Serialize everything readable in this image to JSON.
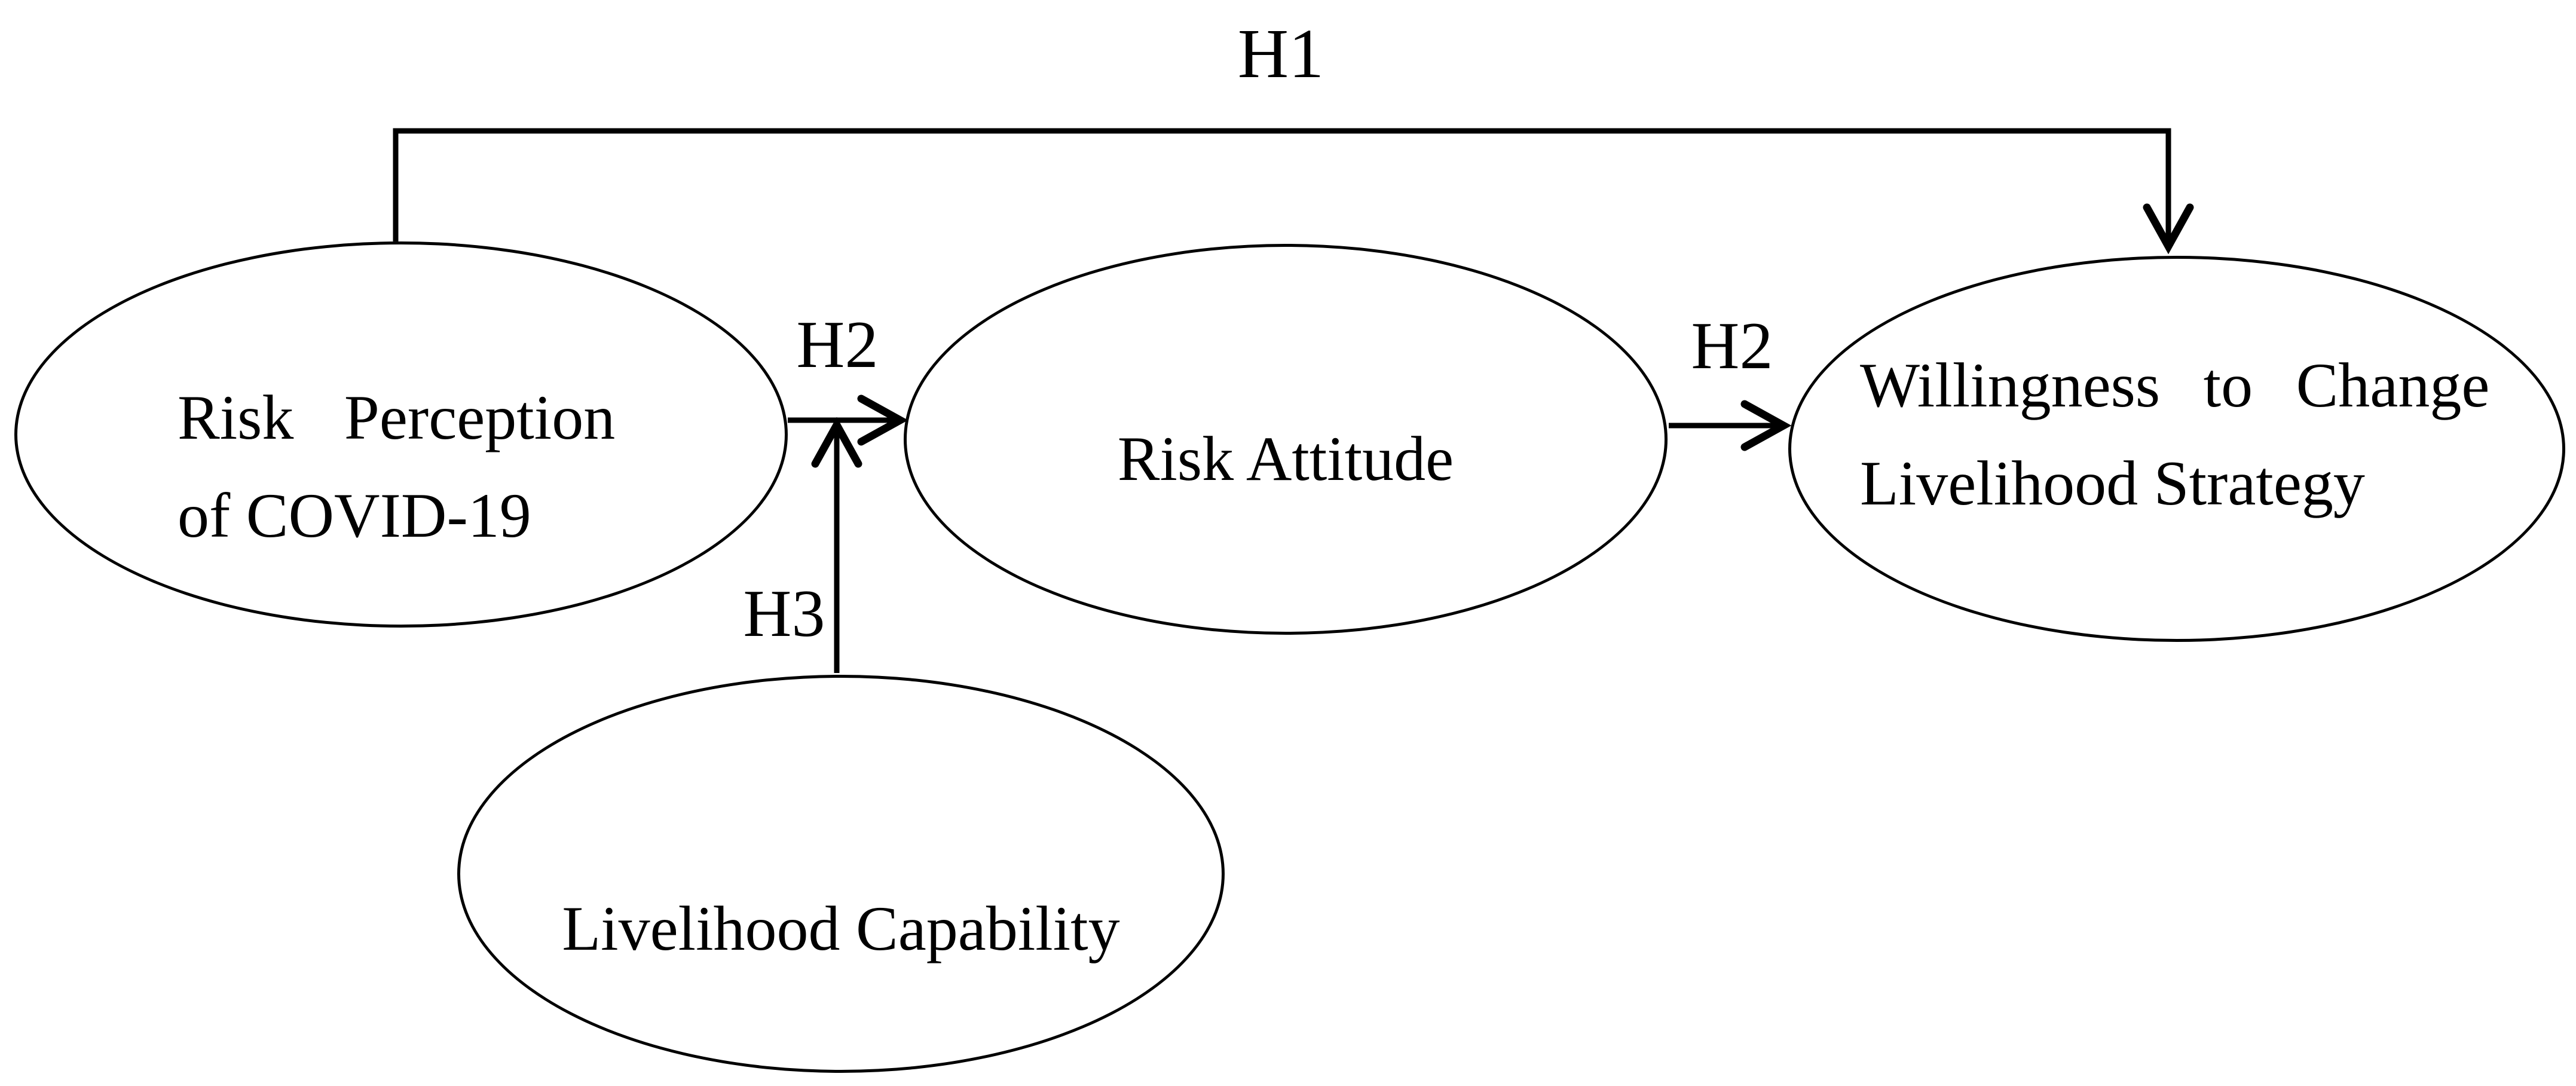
{
  "figure": {
    "type": "conceptual-model-diagram",
    "background_color": "#ffffff",
    "line_color": "#000000",
    "text_color": "#000000"
  },
  "nodes": {
    "risk_perception": {
      "shape": "ellipse",
      "line1": "Risk Perception",
      "line2": "of COVID-19",
      "full_label": "Risk Perception of COVID-19"
    },
    "risk_attitude": {
      "shape": "ellipse",
      "label": "Risk Attitude"
    },
    "willingness": {
      "shape": "ellipse",
      "line1": "Willingness to Change",
      "line2": "Livelihood Strategy",
      "full_label": "Willingness to Change Livelihood Strategy"
    },
    "livelihood_capability": {
      "shape": "ellipse",
      "label": "Livelihood Capability"
    }
  },
  "edges": [
    {
      "label": "H1",
      "from": "Risk Perception of COVID-19",
      "to": "Willingness to Change Livelihood Strategy",
      "style": "elbow-arrow-over-top"
    },
    {
      "label": "H2",
      "from": "Risk Perception of COVID-19",
      "to": "Risk Attitude",
      "style": "straight-arrow"
    },
    {
      "label": "H2",
      "from": "Risk Attitude",
      "to": "Willingness to Change Livelihood Strategy",
      "style": "straight-arrow"
    },
    {
      "label": "H3",
      "from": "Livelihood Capability",
      "to": "H2 path (Risk Perception → Risk Attitude)",
      "style": "straight-arrow-up"
    }
  ]
}
